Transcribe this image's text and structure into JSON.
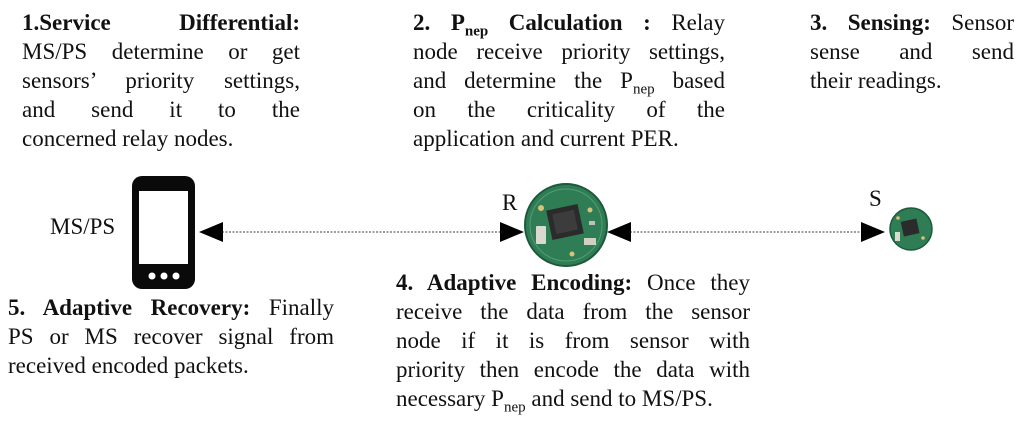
{
  "steps": {
    "service_differential": {
      "title": "1.Service Differential:",
      "lines": [
        "MS/PS determine or get",
        "sensors’ priority settings,",
        "and send it to the",
        "concerned relay nodes."
      ]
    },
    "pnep_calculation": {
      "num": "2. P",
      "sub": "nep",
      "title_rest": " Calculation :",
      "line1_rest": " Relay",
      "line2": "node receive priority settings,",
      "line3_a": "and determine the P",
      "line3_sub": "nep",
      "line3_b": " based",
      "line4": "on the criticality of the",
      "line5": "application and current PER."
    },
    "sensing": {
      "title": "3. Sensing:",
      "line1_rest": " Sensor",
      "line2": "sense and send",
      "line3": "their readings."
    },
    "adaptive_encoding": {
      "title": "4. Adaptive Encoding:",
      "line1_rest": " Once they",
      "line2": "receive the data from the sensor",
      "line3": "node if it is from sensor with",
      "line4": "priority then encode the data with",
      "line5_a": "necessary P",
      "line5_sub": "nep",
      "line5_b": " and send to MS/PS."
    },
    "adaptive_recovery": {
      "title": "5. Adaptive Recovery:",
      "line1_rest": " Finally",
      "line2": "PS or MS recover signal from",
      "line3": "received encoded packets."
    }
  },
  "nodes": {
    "phone_label": "MS/PS",
    "relay_label": "R",
    "sensor_label": "S"
  },
  "colors": {
    "board_green": "#2f7d55",
    "chip": "#2b2b2b",
    "phone": "#0a0a0a"
  }
}
